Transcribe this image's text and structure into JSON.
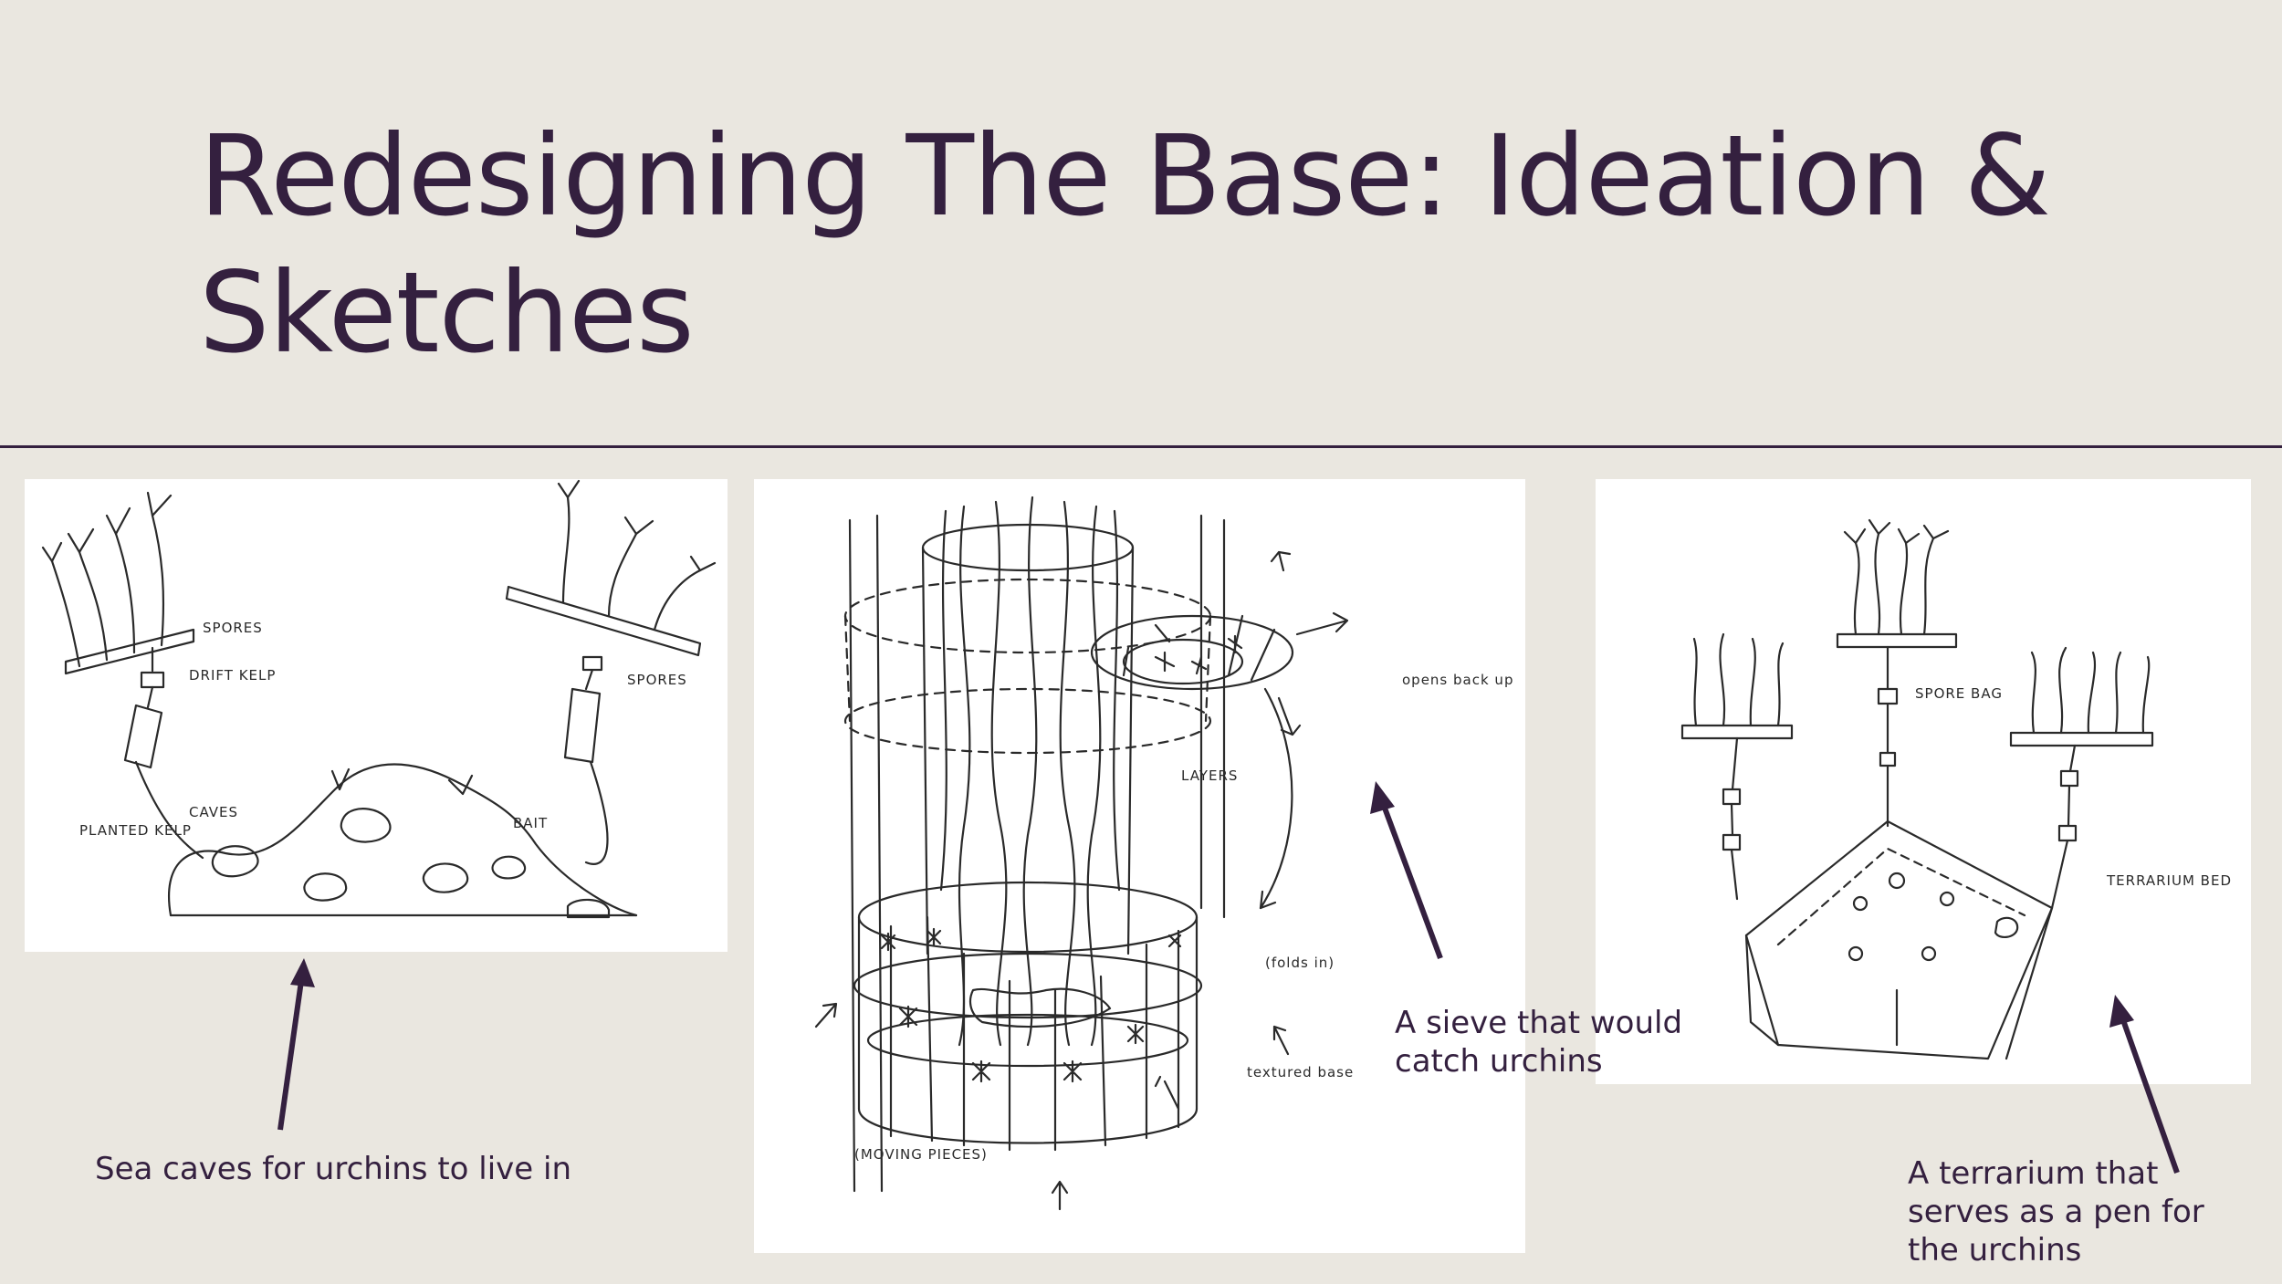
{
  "slide": {
    "title": "Redesigning The Base: Ideation & Sketches",
    "colors": {
      "background": "#EAE7E0",
      "text": "#34203F",
      "rule": "#34203F",
      "panel": "#FFFFFF"
    }
  },
  "sketches": [
    {
      "caption": "Sea caves for urchins to live in",
      "labels": {
        "spores_left": "SPORES",
        "drift_kelp": "DRIFT KELP",
        "spores_right": "SPORES",
        "planted_kelp": "PLANTED KELP",
        "caves": "CAVES",
        "bait": "BAIT"
      }
    },
    {
      "caption": "A sieve that would catch urchins",
      "labels": {
        "opens": "opens back up",
        "layers": "LAYERS",
        "folds_in": "(folds in)",
        "textured_base": "textured base",
        "moving_pieces": "(MOVING PIECES)"
      }
    },
    {
      "caption": "A terrarium that serves as a pen for the urchins",
      "labels": {
        "spore_bag": "SPORE BAG",
        "terrarium_bed": "TERRARIUM BED"
      }
    }
  ]
}
